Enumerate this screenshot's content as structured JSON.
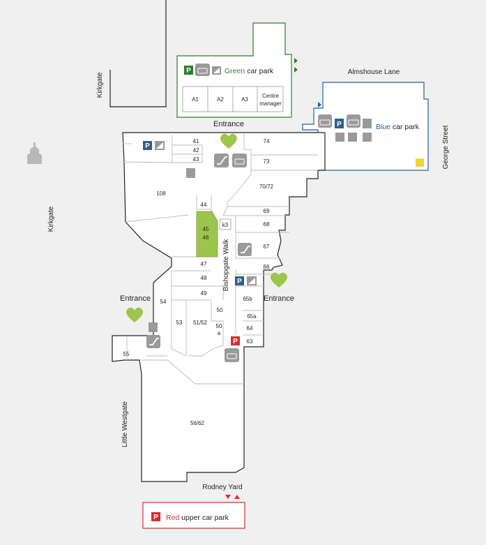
{
  "streets": {
    "kirkgate_top": "Kirkgate",
    "kirkgate_left": "Kirkgate",
    "almshouse_lane": "Almshouse Lane",
    "george_street": "George Street",
    "little_westgate": "Little Westgate",
    "rodney_yard": "Rodney Yard",
    "bishopgate_walk": "Bishopgate Walk"
  },
  "entrances": {
    "top": "Entrance",
    "left": "Entrance",
    "right": "Entrance"
  },
  "car_parks": {
    "green": {
      "color_word": "Green",
      "suffix": " car park",
      "color": "#2e7d32"
    },
    "blue": {
      "color_word": "Blue",
      "suffix": " car park",
      "color": "#1f5fa8"
    },
    "red": {
      "color_word": "Red",
      "suffix": " upper car park",
      "color": "#d32f2f"
    }
  },
  "green_units": [
    "A1",
    "A2",
    "A3"
  ],
  "centre_manager": [
    "Centre",
    "manager"
  ],
  "parking_symbol": "P",
  "units": {
    "u41": "41",
    "u42": "42",
    "u43": "43",
    "u74": "74",
    "u73": "73",
    "u7072": "70/72",
    "u108": "108",
    "u44": "44",
    "u69": "69",
    "u68": "68",
    "u45": "45",
    "u46": "46",
    "k3": "k3",
    "u67": "67",
    "u47": "47",
    "u66": "66",
    "u48": "48",
    "u49": "49",
    "u54": "54",
    "u50": "50",
    "u65b": "65b",
    "u53": "53",
    "u5152": "51/52",
    "u65a": "65a",
    "u50a_1": "50",
    "u50a_2": "a",
    "u64": "64",
    "u63": "63",
    "u55": "55",
    "u5662": "56/62"
  },
  "colors": {
    "highlight": "#9bc54b",
    "gray_icon": "#9a9a9a",
    "blue_p": "#2e5f8a",
    "green_p": "#2e7d32",
    "red_p": "#d32f2f",
    "accessible": "#f2d43a"
  },
  "icons": [
    "church-icon",
    "lift-icon",
    "escalator-icon",
    "toilet-icon",
    "accessible-icon",
    "baby-change-icon",
    "parking-icon",
    "heart-entrance-icon"
  ]
}
